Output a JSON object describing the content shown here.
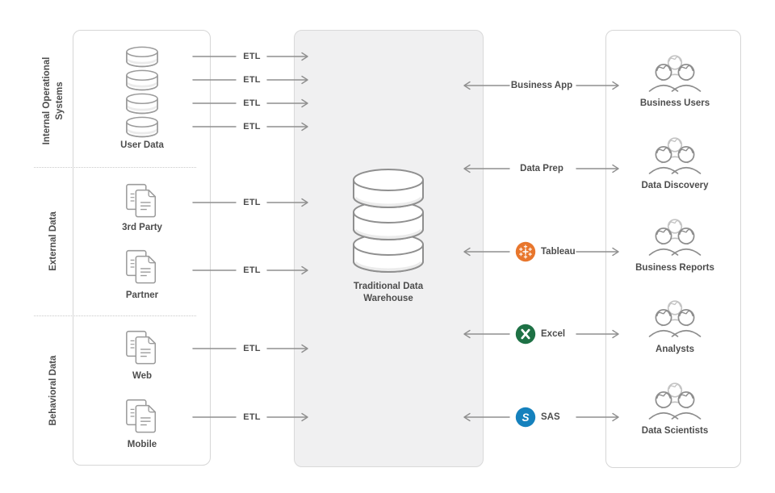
{
  "sections": [
    {
      "label": "Internal Operational Systems"
    },
    {
      "label": "External Data"
    },
    {
      "label": "Behavioral Data"
    }
  ],
  "sources": {
    "database_group": {
      "icon": "database-icon",
      "database_count": 4,
      "label": "User Data"
    },
    "document_items": [
      {
        "icon": "documents-icon",
        "label": "3rd Party"
      },
      {
        "icon": "documents-icon",
        "label": "Partner"
      },
      {
        "icon": "documents-icon",
        "label": "Web"
      },
      {
        "icon": "documents-icon",
        "label": "Mobile"
      }
    ]
  },
  "etl": {
    "label": "ETL",
    "arrow_count": 8
  },
  "warehouse": {
    "icon": "database-stack-icon",
    "title_lines": [
      "Traditional Data",
      "Warehouse"
    ]
  },
  "outputs": [
    {
      "label": "Business App",
      "icon": null
    },
    {
      "label": "Data Prep",
      "icon": null
    },
    {
      "label": "Tableau",
      "icon": "tableau-icon",
      "color": "#e8762c"
    },
    {
      "label": "Excel",
      "icon": "excel-icon",
      "color": "#1e7145"
    },
    {
      "label": "SAS",
      "icon": "sas-icon",
      "color": "#1581bd"
    }
  ],
  "consumers": [
    {
      "icon": "user-group-icon",
      "label": "Business Users"
    },
    {
      "icon": "user-group-icon",
      "label": "Data Discovery"
    },
    {
      "icon": "user-group-icon",
      "label": "Business Reports"
    },
    {
      "icon": "user-group-icon",
      "label": "Analysts"
    },
    {
      "icon": "user-group-icon",
      "label": "Data Scientists"
    }
  ],
  "colors": {
    "box_border": "#d6d6d6",
    "warehouse_fill": "#f0f0f1",
    "line": "#8f8f8f",
    "icon_stroke": "#9b9b9b",
    "text": "#4d4d4d",
    "person_back": "#c4c4c4",
    "person_front": "#8d8d8d",
    "tableau_orange": "#e8762c",
    "excel_green": "#1e7145",
    "sas_blue": "#1581bd"
  }
}
